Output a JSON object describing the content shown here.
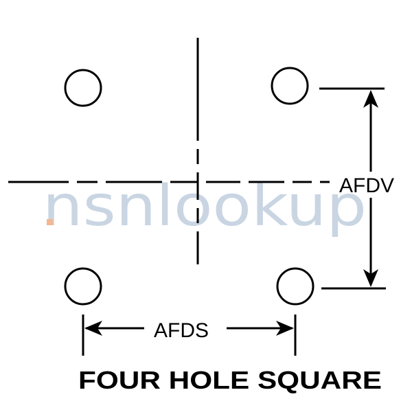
{
  "diagram": {
    "title": "FOUR HOLE SQUARE",
    "vertical_dimension_label": "AFDV",
    "horizontal_dimension_label": "AFDS",
    "hole_count": 4,
    "line_color": "#000000",
    "background_color": "#ffffff"
  },
  "watermark": {
    "text": "nsnlookup",
    "color": "#b7c7d9",
    "dot_color": "#f0a070"
  }
}
